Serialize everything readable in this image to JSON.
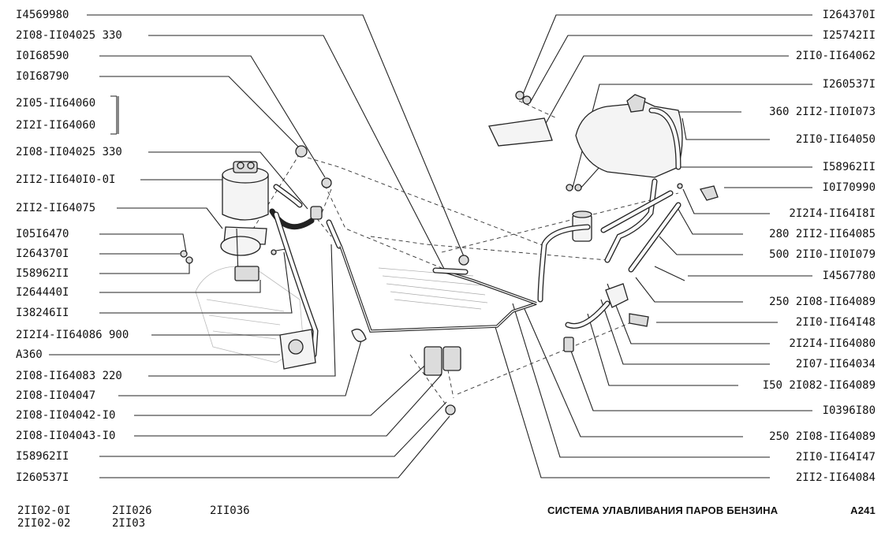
{
  "left_labels": [
    "I4569980",
    "2I08-II04025 330",
    "I0I68590",
    "I0I68790",
    "2I05-II64060",
    "2I2I-II64060",
    "2I08-II04025 330",
    "2II2-II640I0-0I",
    "2II2-II64075",
    "I05I6470",
    "I264370I",
    "I58962II",
    "I264440I",
    "I38246II",
    "2I2I4-II64086 900",
    "A360",
    "2I08-II64083 220",
    "2I08-II04047",
    "2I08-II04042-I0",
    "2I08-II04043-I0",
    "I58962II",
    "I260537I"
  ],
  "right_labels": [
    "I264370I",
    "I25742II",
    "2II0-II64062",
    "I260537I",
    "360 2II2-II0I073",
    "2II0-II64050",
    "I58962II",
    "I0I70990",
    "2I2I4-II64I8I",
    "280 2II2-II64085",
    "500 2II0-II0I079",
    "I4567780",
    "250 2I08-II64089",
    "2II0-II64I48",
    "2I2I4-II64080",
    "2I07-II64034",
    "I50 2I082-II64089",
    "I0396I80",
    "250 2I08-II64089",
    "2II0-II64I47",
    "2II2-II64084"
  ],
  "footer": {
    "models_col1": [
      "2II02-0I",
      "2II02-02"
    ],
    "models_col2": [
      "2II026",
      "2II03"
    ],
    "models_col3": [
      "2II036"
    ],
    "title": "СИСТЕМА УЛАВЛИВАНИЯ ПАРОВ БЕНЗИНА",
    "code": "A241"
  }
}
